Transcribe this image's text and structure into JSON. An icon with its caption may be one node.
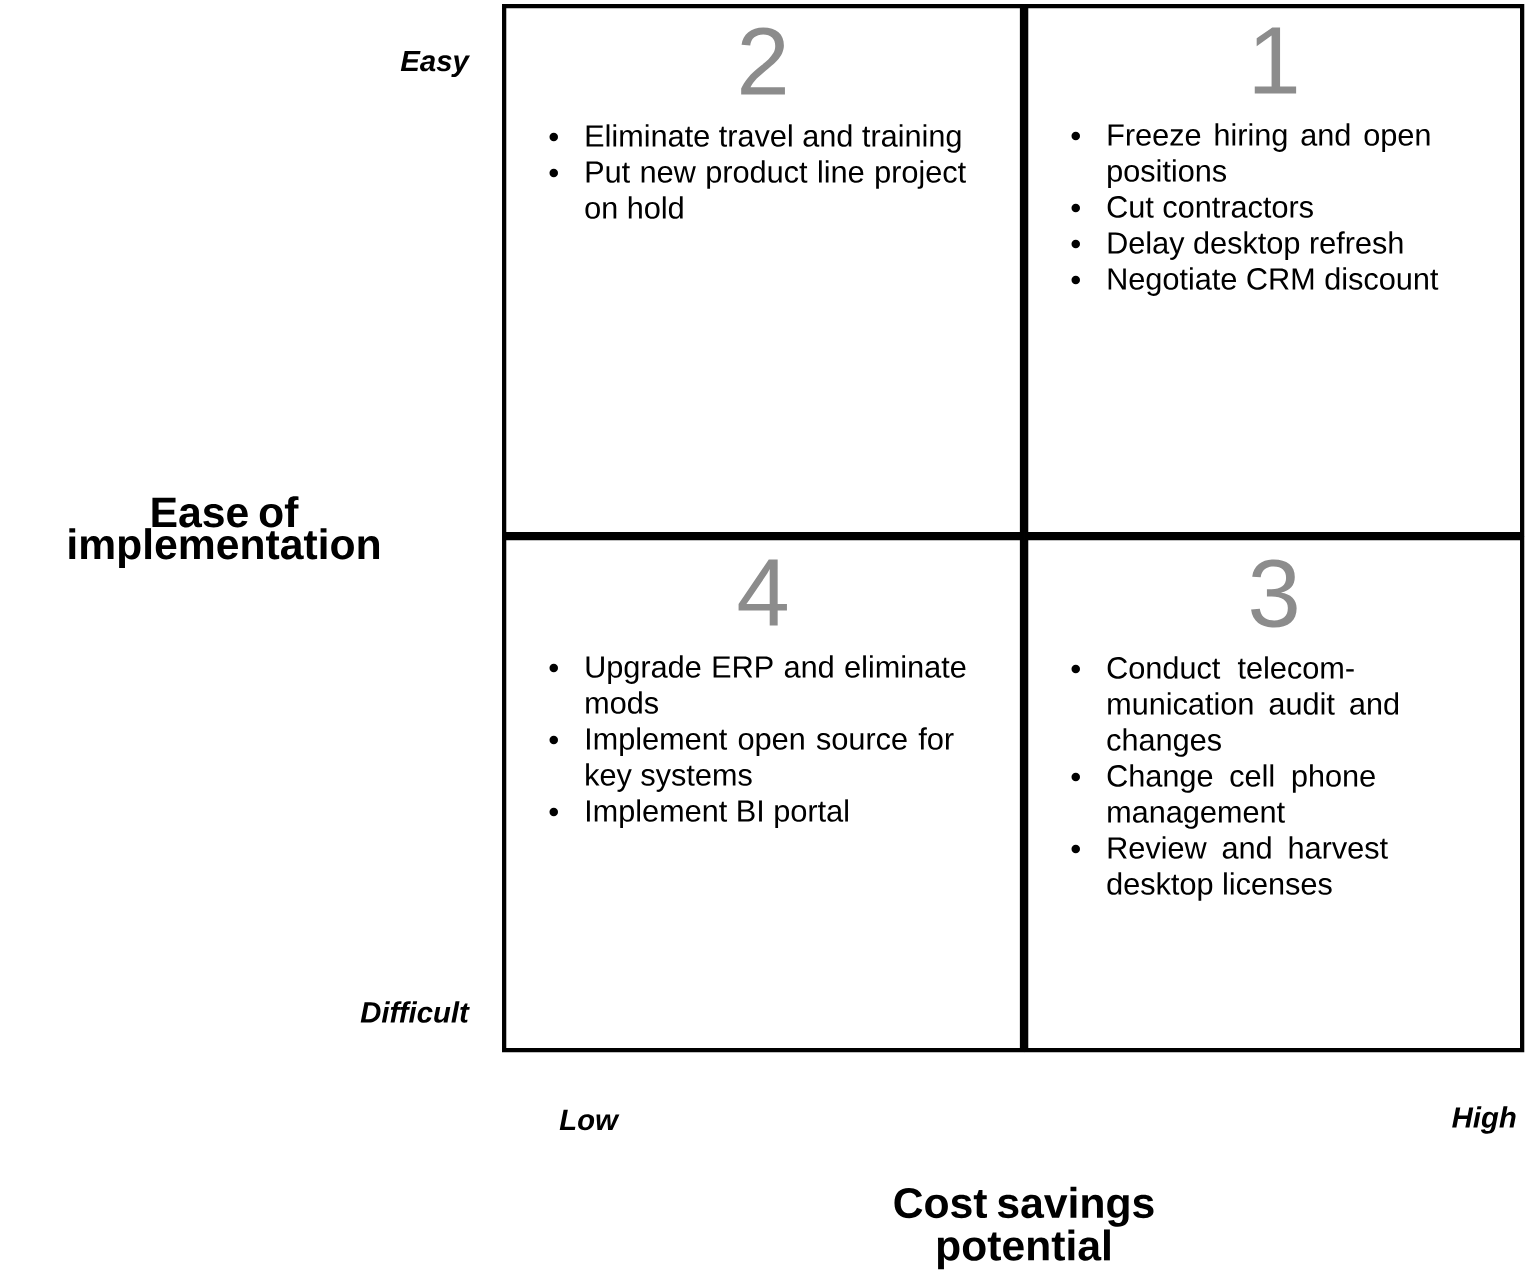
{
  "diagram": {
    "nodes": [
      {
        "text": [
          "2",
          "Eliminate travel and training",
          "Put new product line project on hold"
        ]
      },
      {
        "text": [
          "1",
          "Freeze hiring and open positions",
          "Cut contractors",
          "Delay desktop refresh",
          "Negotiate CRM discount"
        ]
      },
      {
        "text": [
          "4",
          "Upgrade ERP and eliminate mods",
          "Implement open source for key systems",
          "Implement BI portal"
        ]
      },
      {
        "text": [
          "3",
          "Conduct telecom-munication audit and changes",
          "Change cell phone management",
          "Review and harvest desktop licenses"
        ]
      }
    ],
    "labels": [
      "Easy",
      "Ease of implementation",
      "Difficult",
      "Low",
      "High",
      "Cost savings potential"
    ]
  }
}
